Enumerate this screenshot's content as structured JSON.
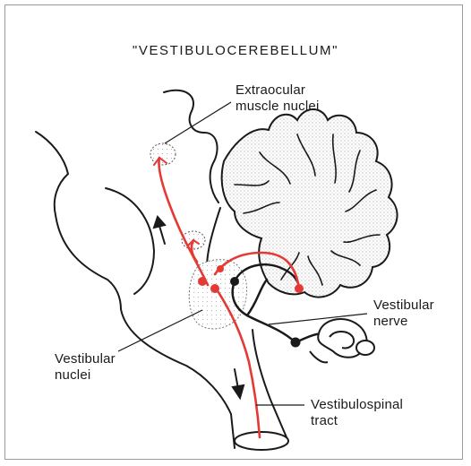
{
  "title": "\"VESTIBULOCEREBELLUM\"",
  "labels": {
    "extraocular_line1": "Extraocular",
    "extraocular_line2": "muscle nuclei",
    "vestibular_nerve_line1": "Vestibular",
    "vestibular_nerve_line2": "nerve",
    "vestibular_nuclei_line1": "Vestibular",
    "vestibular_nuclei_line2": "nuclei",
    "vestibulospinal_line1": "Vestibulospinal",
    "vestibulospinal_line2": "tract"
  },
  "colors": {
    "pathway": "#e53935",
    "outline": "#1a1a1a",
    "stipple": "#c8c8c8",
    "frame": "#9a9a9a"
  }
}
